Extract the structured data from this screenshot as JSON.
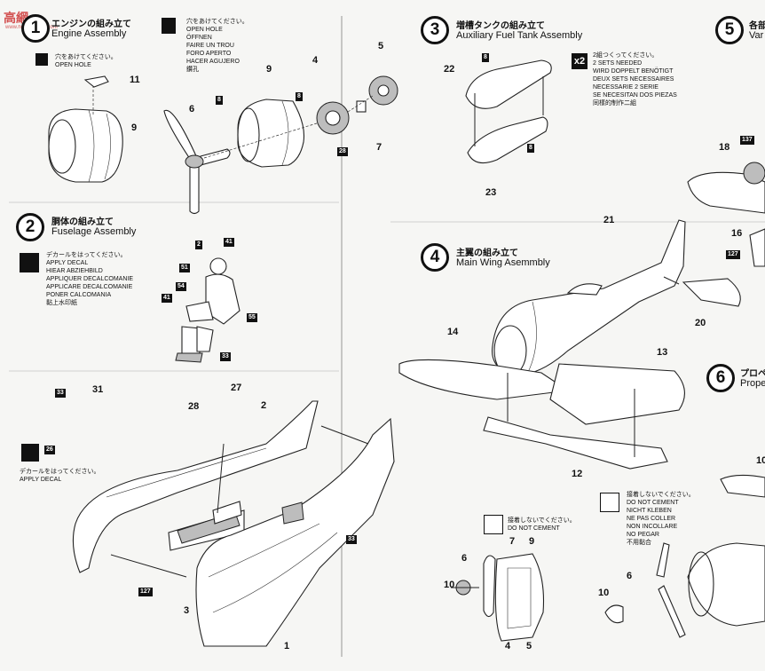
{
  "watermark": {
    "brand": "高網",
    "site": "www.hobby-shop.com"
  },
  "steps": [
    {
      "num": "1",
      "jp": "エンジンの組み立て",
      "en": "Engine Assembly"
    },
    {
      "num": "2",
      "jp": "胴体の組み立て",
      "en": "Fuselage Assembly"
    },
    {
      "num": "3",
      "jp": "増槽タンクの組み立て",
      "en": "Auxiliary Fuel Tank Assembly"
    },
    {
      "num": "4",
      "jp": "主翼の組み立て",
      "en": "Main Wing Asemmbly"
    },
    {
      "num": "5",
      "jp": "各部",
      "en": "Var"
    },
    {
      "num": "6",
      "jp": "プロペ",
      "en": "Prope"
    }
  ],
  "notes": {
    "open_hole_a": "穴をあけてください。\nOPEN HOLE",
    "open_hole_b": "穴をあけてください。\nOPEN HOLE\nÖFFNEN\nFAIRE UN TROU\nFORO APERTO\nHACER AGUJERO\n鑽孔",
    "two_sets": "2組つくってください。\n2 SETS NEEDED\nWIRD DOPPELT BENÖTIGT\nDEUX SETS NECESSAIRES\nNECESSARIE 2 SERIE\nSE NECESITAN DOS PIEZAS\n同樣的制作二組",
    "two_sets_mark": "x2",
    "apply_decal_full": "デカールをはってください。\nAPPLY DECAL\nHIEAR ABZIEHBILD\nAPPLIQUER DECALCOMANIE\nAPPLICARE DECALCOMANIE\nPONER CALCOMANIA\n黏上水印紙",
    "apply_decal_short": "デカールをはってください。\nAPPLY DECAL",
    "do_not_cement_short": "接着しないでください。\nDO NOT CEMENT",
    "do_not_cement_full": "接着しないでください。\nDO NOT CEMENT\nNICHT KLEBEN\nNE PAS COLLER\nNON INCOLLARE\nNO PEGAR\n不用黏合"
  },
  "part_labels": [
    "11",
    "9",
    "6",
    "8",
    "9",
    "4",
    "5",
    "8",
    "7",
    "28",
    "22",
    "8",
    "8",
    "23",
    "2",
    "41",
    "51",
    "54",
    "41",
    "55",
    "33",
    "33",
    "31",
    "28",
    "27",
    "2",
    "26",
    "33",
    "127",
    "3",
    "1",
    "21",
    "14",
    "13",
    "12",
    "20",
    "18",
    "137",
    "16",
    "127",
    "10",
    "6",
    "7",
    "9",
    "10",
    "4",
    "5",
    "6",
    "10"
  ],
  "tag_labels": [
    "8",
    "8",
    "28",
    "8",
    "8",
    "2",
    "41",
    "51",
    "54",
    "41",
    "55",
    "33",
    "33",
    "26",
    "33",
    "127",
    "137",
    "127"
  ]
}
